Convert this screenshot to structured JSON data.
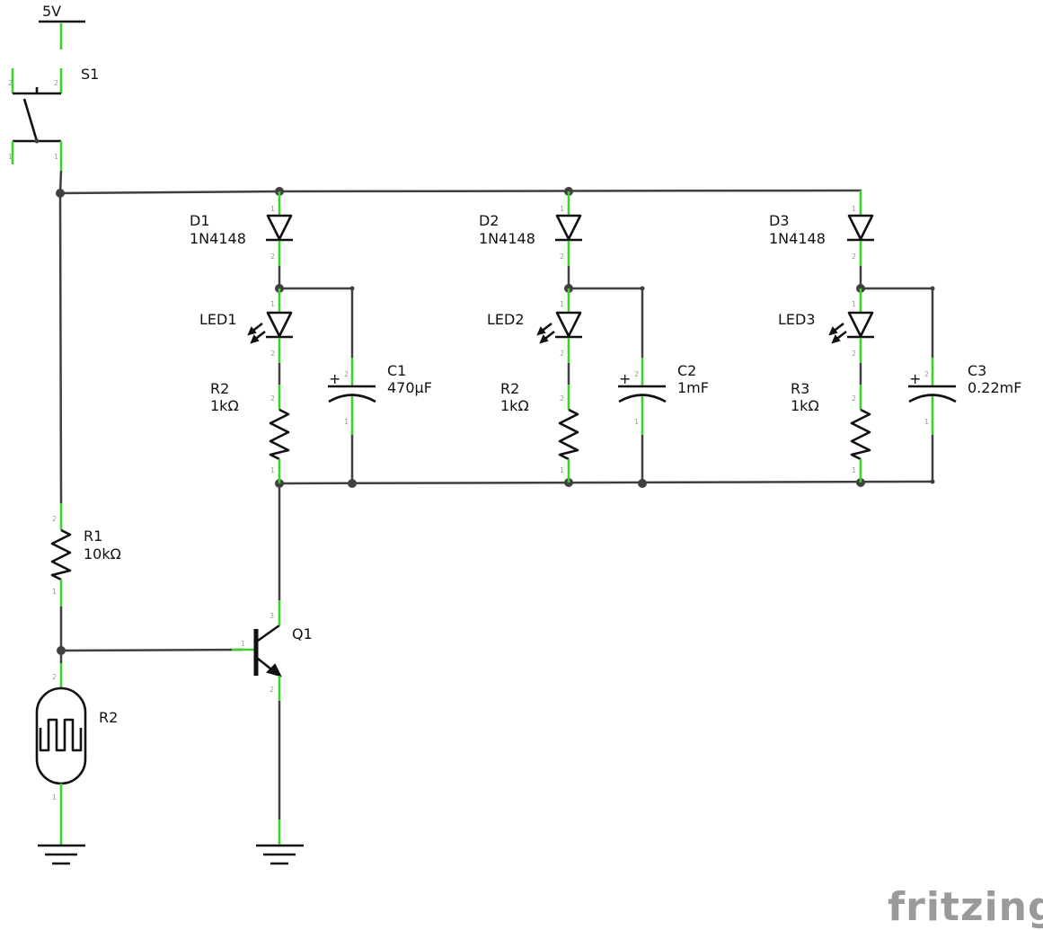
{
  "power": {
    "label": "5V"
  },
  "switch": {
    "ref": "S1",
    "pins": [
      "2",
      "2",
      "1",
      "1"
    ]
  },
  "resistor_r1": {
    "ref": "R1",
    "value": "10kΩ",
    "pins": [
      "2",
      "1"
    ]
  },
  "ldr": {
    "ref": "R2",
    "pins": [
      "2",
      "1"
    ]
  },
  "transistor": {
    "ref": "Q1",
    "pins": [
      "1",
      "3",
      "2"
    ]
  },
  "stages": [
    {
      "diode_ref": "D1",
      "diode_part": "1N4148",
      "led_ref": "LED1",
      "res_ref": "R2",
      "res_value": "1kΩ",
      "cap_ref": "C1",
      "cap_value": "470µF",
      "cap_plus": "+"
    },
    {
      "diode_ref": "D2",
      "diode_part": "1N4148",
      "led_ref": "LED2",
      "res_ref": "R2",
      "res_value": "1kΩ",
      "cap_ref": "C2",
      "cap_value": "1mF",
      "cap_plus": "+"
    },
    {
      "diode_ref": "D3",
      "diode_part": "1N4148",
      "led_ref": "LED3",
      "res_ref": "R3",
      "res_value": "1kΩ",
      "cap_ref": "C3",
      "cap_value": "0.22mF",
      "cap_plus": "+"
    }
  ],
  "pin_numbers": {
    "one": "1",
    "two": "2"
  },
  "watermark": "fritzing"
}
